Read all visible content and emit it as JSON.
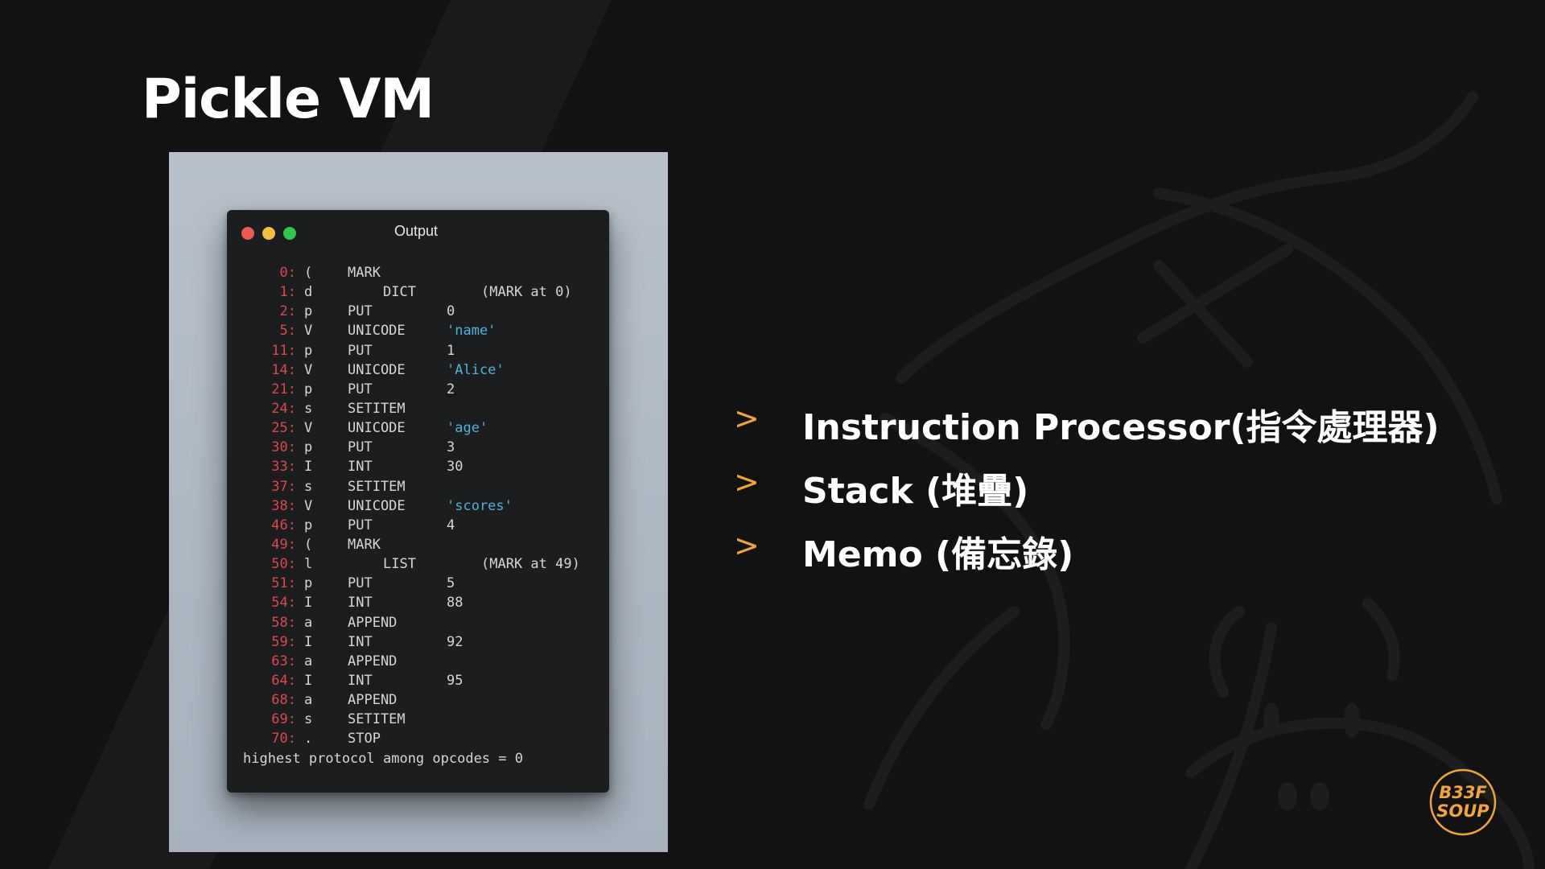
{
  "slide": {
    "title": "Pickle VM"
  },
  "terminal": {
    "title": "Output",
    "rows": [
      {
        "offset": "0:",
        "code": "(",
        "op": "MARK",
        "arg": "",
        "note": ""
      },
      {
        "offset": "1:",
        "code": "d",
        "op": "DICT",
        "arg": "",
        "note": "(MARK at 0)"
      },
      {
        "offset": "2:",
        "code": "p",
        "op": "PUT",
        "arg": "0",
        "note": ""
      },
      {
        "offset": "5:",
        "code": "V",
        "op": "UNICODE",
        "arg": "'name'",
        "note": ""
      },
      {
        "offset": "11:",
        "code": "p",
        "op": "PUT",
        "arg": "1",
        "note": ""
      },
      {
        "offset": "14:",
        "code": "V",
        "op": "UNICODE",
        "arg": "'Alice'",
        "note": ""
      },
      {
        "offset": "21:",
        "code": "p",
        "op": "PUT",
        "arg": "2",
        "note": ""
      },
      {
        "offset": "24:",
        "code": "s",
        "op": "SETITEM",
        "arg": "",
        "note": ""
      },
      {
        "offset": "25:",
        "code": "V",
        "op": "UNICODE",
        "arg": "'age'",
        "note": ""
      },
      {
        "offset": "30:",
        "code": "p",
        "op": "PUT",
        "arg": "3",
        "note": ""
      },
      {
        "offset": "33:",
        "code": "I",
        "op": "INT",
        "arg": "30",
        "note": ""
      },
      {
        "offset": "37:",
        "code": "s",
        "op": "SETITEM",
        "arg": "",
        "note": ""
      },
      {
        "offset": "38:",
        "code": "V",
        "op": "UNICODE",
        "arg": "'scores'",
        "note": ""
      },
      {
        "offset": "46:",
        "code": "p",
        "op": "PUT",
        "arg": "4",
        "note": ""
      },
      {
        "offset": "49:",
        "code": "(",
        "op": "MARK",
        "arg": "",
        "note": ""
      },
      {
        "offset": "50:",
        "code": "l",
        "op": "LIST",
        "arg": "",
        "note": "(MARK at 49)"
      },
      {
        "offset": "51:",
        "code": "p",
        "op": "PUT",
        "arg": "5",
        "note": ""
      },
      {
        "offset": "54:",
        "code": "I",
        "op": "INT",
        "arg": "88",
        "note": ""
      },
      {
        "offset": "58:",
        "code": "a",
        "op": "APPEND",
        "arg": "",
        "note": ""
      },
      {
        "offset": "59:",
        "code": "I",
        "op": "INT",
        "arg": "92",
        "note": ""
      },
      {
        "offset": "63:",
        "code": "a",
        "op": "APPEND",
        "arg": "",
        "note": ""
      },
      {
        "offset": "64:",
        "code": "I",
        "op": "INT",
        "arg": "95",
        "note": ""
      },
      {
        "offset": "68:",
        "code": "a",
        "op": "APPEND",
        "arg": "",
        "note": ""
      },
      {
        "offset": "69:",
        "code": "s",
        "op": "SETITEM",
        "arg": "",
        "note": ""
      },
      {
        "offset": "70:",
        "code": ".",
        "op": "STOP",
        "arg": "",
        "note": ""
      }
    ],
    "summary": "highest protocol among opcodes = 0"
  },
  "bullets": {
    "marker": ">",
    "items": [
      "Instruction Processor(指令處理器)",
      "Stack (堆疊)",
      "Memo (備忘錄)"
    ]
  },
  "logo": {
    "line1": "B33F",
    "line2": "SOUP"
  },
  "colors": {
    "background": "#121212",
    "accent": "#f0a43a",
    "offset": "#e0474c",
    "string": "#4fb3d9",
    "panel": "#a6b1bd"
  }
}
